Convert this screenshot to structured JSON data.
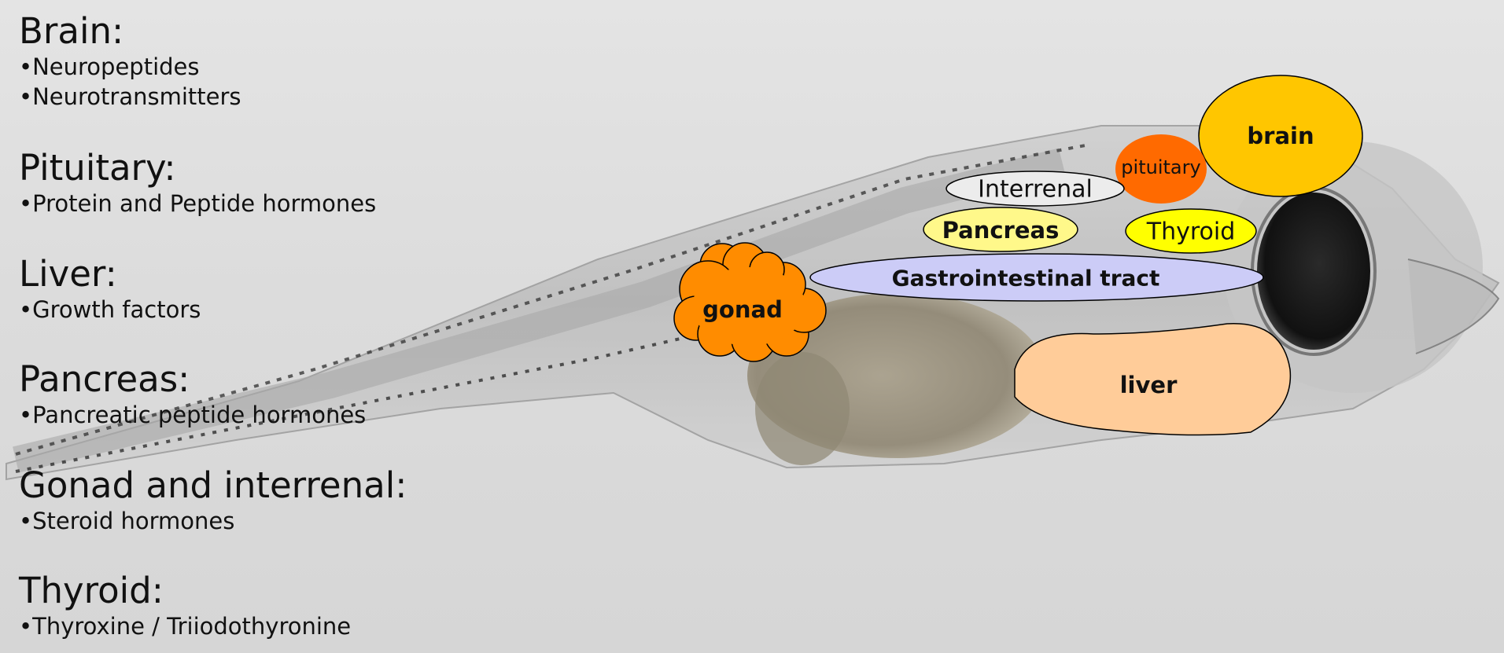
{
  "colors": {
    "brain": "#FFC600",
    "pituitary": "#FF6A00",
    "interrenal": "#ECECEC",
    "pancreas": "#FFF88A",
    "thyroid": "#FFFF00",
    "gi_tract": "#CCCCF7",
    "liver": "#FFCC99",
    "gonad": "#FF8C00"
  },
  "hormone_groups": [
    {
      "title": "Brain:",
      "items": [
        "Neuropeptides",
        "Neurotransmitters"
      ]
    },
    {
      "title": "Pituitary:",
      "items": [
        "Protein and Peptide hormones"
      ]
    },
    {
      "title": "Liver:",
      "items": [
        "Growth factors"
      ]
    },
    {
      "title": "Pancreas:",
      "items": [
        "Pancreatic peptide hormones"
      ]
    },
    {
      "title": "Gonad and interrenal:",
      "items": [
        "Steroid hormones"
      ]
    },
    {
      "title": "Thyroid:",
      "items": [
        "Thyroxine / Triiodothyronine"
      ]
    }
  ],
  "organs": {
    "brain": "brain",
    "pituitary": "pituitary",
    "interrenal": "Interrenal",
    "pancreas": "Pancreas",
    "thyroid": "Thyroid",
    "gi_tract": "Gastrointestinal tract",
    "liver": "liver",
    "gonad": "gonad"
  }
}
